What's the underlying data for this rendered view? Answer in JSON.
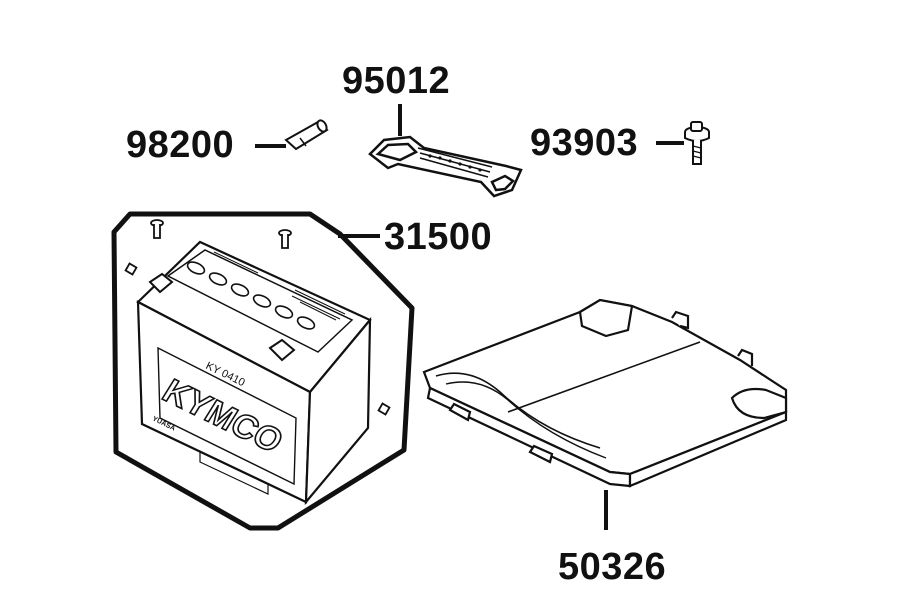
{
  "parts": {
    "battery_strap": {
      "number": "95012"
    },
    "fuse": {
      "number": "98200"
    },
    "bolt": {
      "number": "93903"
    },
    "battery": {
      "number": "31500"
    },
    "battery_cover": {
      "number": "50326"
    }
  },
  "battery_markings": {
    "brand": "KYMCO",
    "model": "KY 0410",
    "maker_mark": "YUASA"
  },
  "colors": {
    "ink": "#111111",
    "background": "#ffffff"
  }
}
